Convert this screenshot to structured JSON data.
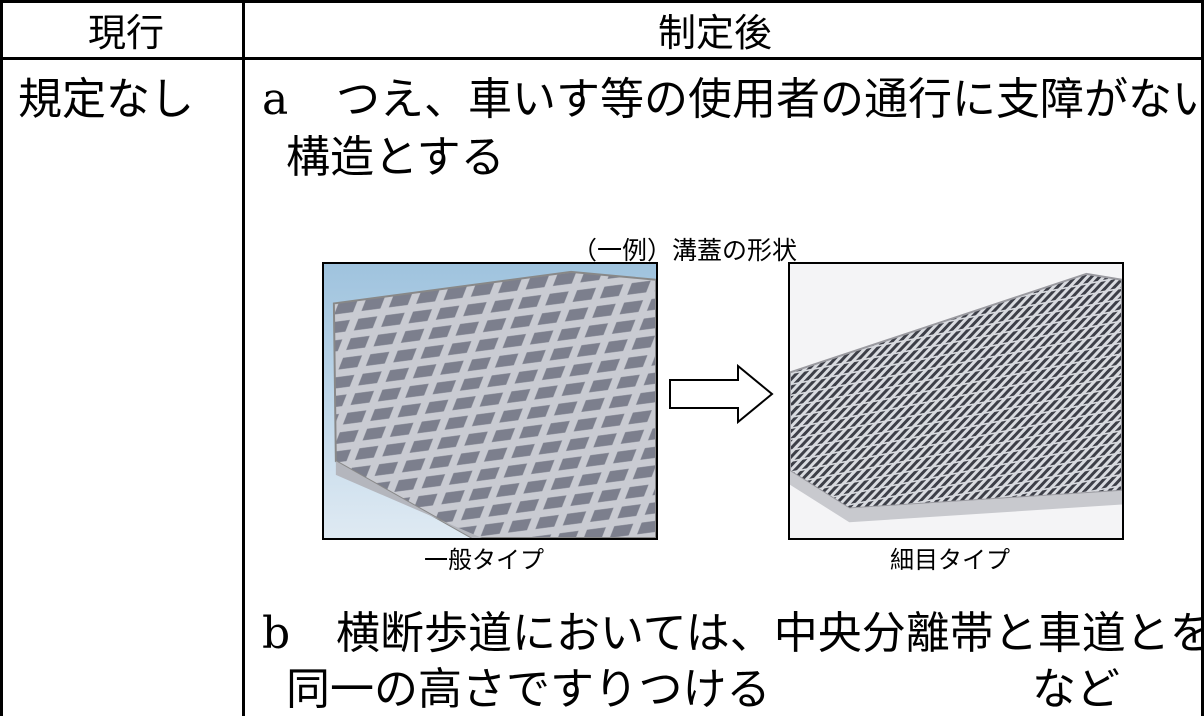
{
  "table": {
    "header_current": "現行",
    "header_revised": "制定後"
  },
  "left_cell": {
    "text": "規定なし"
  },
  "item_a": {
    "marker": "a",
    "line1": "つえ、車いす等の使用者の通行に支障がない",
    "line2": "構造とする"
  },
  "figure": {
    "caption": "（一例）溝蓋の形状",
    "left_label": "一般タイプ",
    "right_label": "細目タイプ",
    "arrow_icon": "right-arrow-icon"
  },
  "item_b": {
    "marker": "b",
    "line1": "横断歩道においては、中央分離帯と車道とを",
    "line2": "同一の高さですりつける",
    "suffix": "など"
  }
}
